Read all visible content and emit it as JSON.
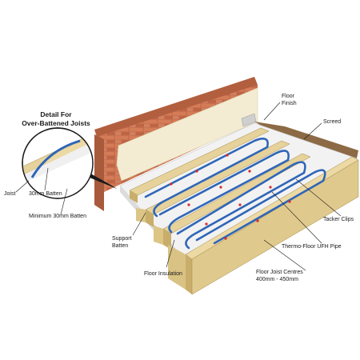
{
  "detail": {
    "title_line1": "Detail For",
    "title_line2": "Over-Battened Joists",
    "labels": {
      "joist": "Joist",
      "batten_30mm": "30mm Batten",
      "min_batten": "Minimum 30mm Batten"
    }
  },
  "labels": {
    "floor_finish_line1": "Floor",
    "floor_finish_line2": "Finish",
    "screed": "Screed",
    "tacker_clips": "Tacker Clips",
    "pipe": "Thermo-Floor UFH Pipe",
    "joist_centres_line1": "Floor Joist Centres",
    "joist_centres_line2": "400mm - 450mm",
    "support_batten_line1": "Support",
    "support_batten_line2": "Batten",
    "floor_insulation": "Floor Insulation"
  },
  "colors": {
    "brick": "#c9714e",
    "mortar": "#ead8c6",
    "plaster": "#f3ecd2",
    "timber": "#e6d29a",
    "timber_side": "#c8ae6a",
    "insulation": "#f4f4f4",
    "pipe": "#2f66b8",
    "screed": "#8c6a45",
    "finish": "#cfcfcf"
  }
}
